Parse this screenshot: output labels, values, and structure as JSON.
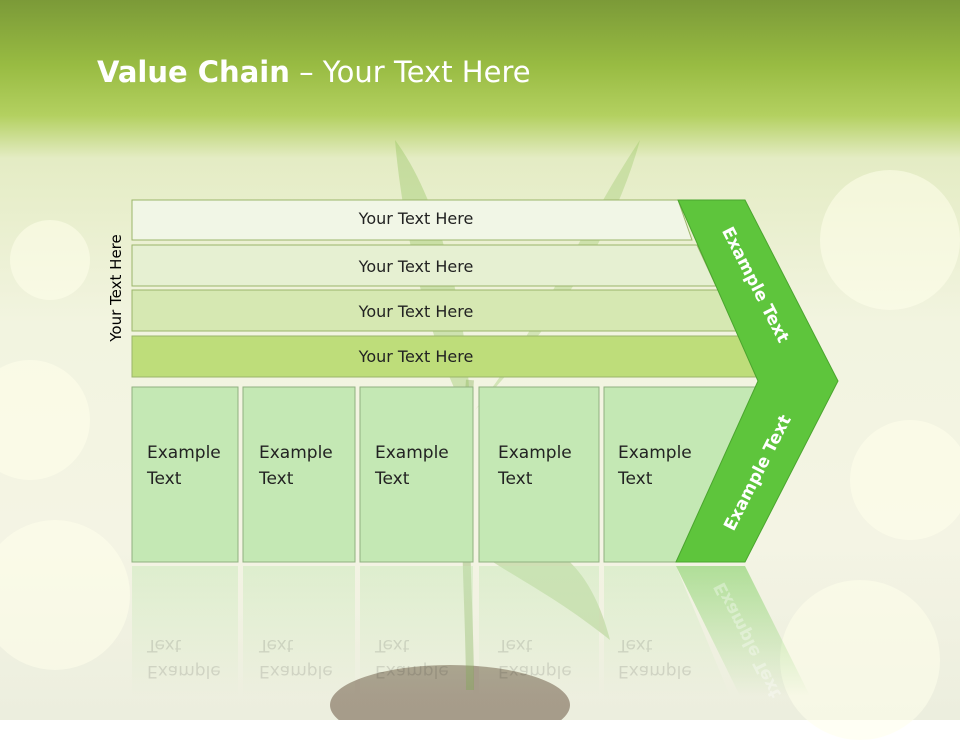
{
  "title": {
    "bold": "Value Chain",
    "rest": " – Your Text Here"
  },
  "side_label": "Your Text Here",
  "rows": [
    {
      "label": "Your Text Here"
    },
    {
      "label": "Your Text Here"
    },
    {
      "label": "Your Text Here"
    },
    {
      "label": "Your Text Here"
    }
  ],
  "boxes": [
    {
      "line1": "Example",
      "line2": "Text"
    },
    {
      "line1": "Example",
      "line2": "Text"
    },
    {
      "line1": "Example",
      "line2": "Text"
    },
    {
      "line1": "Example",
      "line2": "Text"
    },
    {
      "line1": "Example",
      "line2": "Text"
    }
  ],
  "arrow": {
    "upper": "Example Text",
    "lower": "Example Text"
  },
  "colors": {
    "row_fills": [
      "#f1f6e6",
      "#e6f0d2",
      "#d6e8b2",
      "#bedd7a"
    ],
    "box_fill": "#c4e8b4",
    "arrow_fill": "#5ec53c",
    "header": "#98bb42"
  }
}
